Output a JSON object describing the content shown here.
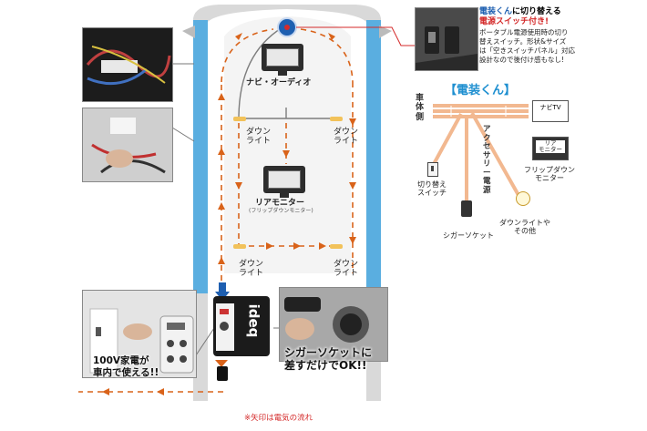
{
  "car": {
    "navi_audio_label": "ナビ・オーディオ",
    "downlight_label": [
      "ダウン",
      "ライト"
    ],
    "rear_monitor_label": "リアモニター",
    "rear_monitor_sub": "(フリップダウンモニター)"
  },
  "callouts": {
    "switch_title_1": "電装くん",
    "switch_title_2": "に切り替える",
    "switch_title_3": "電源スイッチ付き!",
    "switch_desc": [
      "ポータブル電源使用時の切り",
      "替えスイッチ。形状&サイズ",
      "は「空きスイッチパネル」対応",
      "設計なので後付け感もなし!"
    ],
    "home_power": [
      "100V家電が",
      "車内で使える!!"
    ],
    "cigar": [
      "シガーソケットに",
      "差すだけでOK!!"
    ],
    "footnote": "※矢印は電気の流れ"
  },
  "denso": {
    "title": "【電装くん】",
    "vehicle_side": [
      "車",
      "体",
      "側"
    ],
    "accessory_power": [
      "ア",
      "ク",
      "セ",
      "サ",
      "リ",
      "ー",
      "電",
      "源"
    ],
    "navi_tv": "ナビTV",
    "rear_monitor_box": [
      "リア",
      "モニター"
    ],
    "flip_down": [
      "フリップダウン",
      "モニター"
    ],
    "switch": [
      "切り替え",
      "スイッチ"
    ],
    "cigar_socket": "シガーソケット",
    "downlight_other": [
      "ダウンライトや",
      "その他"
    ]
  },
  "device": {
    "brand": "ideq"
  },
  "colors": {
    "arrow": "#d9631a",
    "accent_blue": "#1e5fb0",
    "callout_red": "#d42a2a",
    "car_blue": "#5aaee0"
  }
}
